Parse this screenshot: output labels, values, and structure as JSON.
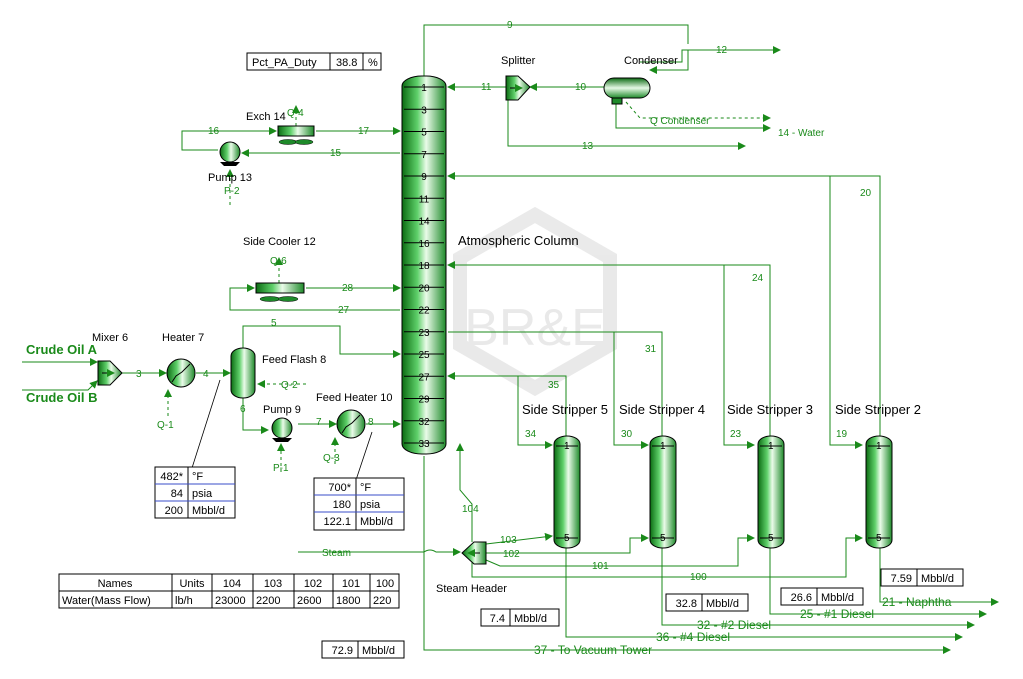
{
  "column": {
    "name": "Atmospheric Column",
    "trays": [
      "1",
      "3",
      "5",
      "7",
      "9",
      "11",
      "14",
      "16",
      "18",
      "20",
      "22",
      "23",
      "25",
      "27",
      "29",
      "32",
      "33"
    ]
  },
  "equipment": {
    "splitter": "Splitter",
    "condenser": "Condenser",
    "exch14": "Exch 14",
    "pump13": "Pump 13",
    "side_cooler12": "Side Cooler 12",
    "mixer6": "Mixer 6",
    "heater7": "Heater 7",
    "feed_flash8": "Feed Flash 8",
    "pump9": "Pump 9",
    "feed_heater10": "Feed Heater 10",
    "steam_header": "Steam Header",
    "strippers": [
      {
        "name": "Side Stripper 5",
        "top": "1",
        "bottom": "5"
      },
      {
        "name": "Side Stripper 4",
        "top": "1",
        "bottom": "5"
      },
      {
        "name": "Side Stripper 3",
        "top": "1",
        "bottom": "5"
      },
      {
        "name": "Side Stripper 2",
        "top": "1",
        "bottom": "5"
      }
    ]
  },
  "streams": {
    "crude_a": "Crude Oil A",
    "crude_b": "Crude Oil B",
    "s3": "3",
    "s4": "4",
    "s5": "5",
    "s6": "6",
    "s7": "7",
    "s8": "8",
    "s9": "9",
    "s10": "10",
    "s11": "11",
    "s12": "12",
    "s13": "13",
    "s15": "15",
    "s16": "16",
    "s17": "17",
    "s19": "19",
    "s20": "20",
    "s23": "23",
    "s24": "24",
    "s27": "27",
    "s28": "28",
    "s30": "30",
    "s31": "31",
    "s34": "34",
    "s35": "35",
    "s100": "100",
    "s101": "101",
    "s102": "102",
    "s103": "103",
    "s104": "104",
    "steam": "Steam",
    "q_condenser": "Q Condenser",
    "water": "14 - Water",
    "naphtha": "21 - Naphtha",
    "diesel1": "25 - #1 Diesel",
    "diesel2": "32 - #2 Diesel",
    "diesel4": "36 - #4 Diesel",
    "vacuum": "37 - To Vacuum Tower",
    "q1": "Q-1",
    "q2": "Q-2",
    "q3": "Q-3",
    "q4": "Q-4",
    "q6": "Q-6",
    "p1": "P-1",
    "p2": "P-2"
  },
  "pct_pa_duty": {
    "label": "Pct_PA_Duty",
    "value": "38.8",
    "unit": "%"
  },
  "heater7_box": [
    {
      "value": "482*",
      "unit": "°F"
    },
    {
      "value": "84",
      "unit": "psia"
    },
    {
      "value": "200",
      "unit": "Mbbl/d"
    }
  ],
  "feedheater_box": [
    {
      "value": "700*",
      "unit": "°F"
    },
    {
      "value": "180",
      "unit": "psia"
    },
    {
      "value": "122.1",
      "unit": "Mbbl/d"
    }
  ],
  "flow_boxes": {
    "naphtha": {
      "value": "7.59",
      "unit": "Mbbl/d"
    },
    "diesel1": {
      "value": "26.6",
      "unit": "Mbbl/d"
    },
    "diesel2": {
      "value": "32.8",
      "unit": "Mbbl/d"
    },
    "diesel4": {
      "value": "7.4",
      "unit": "Mbbl/d"
    },
    "vacuum": {
      "value": "72.9",
      "unit": "Mbbl/d"
    }
  },
  "water_table": {
    "headers": [
      "Names",
      "Units",
      "104",
      "103",
      "102",
      "101",
      "100"
    ],
    "row": [
      "Water(Mass Flow)",
      "lb/h",
      "23000",
      "2200",
      "2600",
      "1800",
      "220"
    ]
  },
  "watermark": "BR&E"
}
